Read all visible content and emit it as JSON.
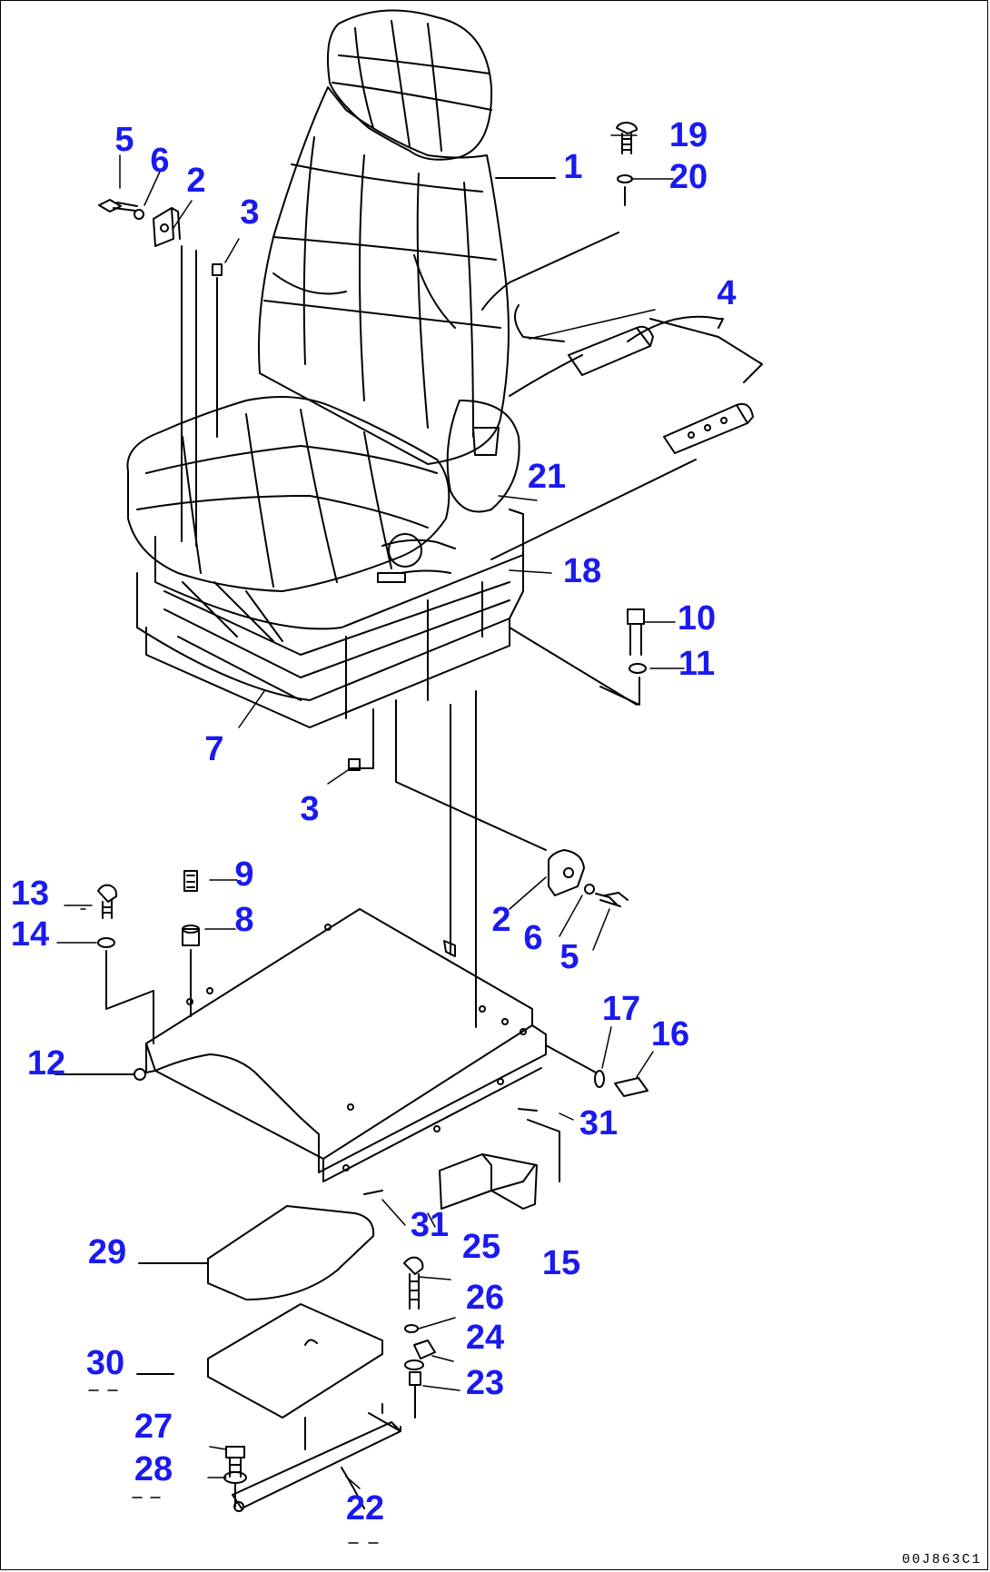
{
  "callouts": [
    {
      "id": "c1",
      "text": "1"
    },
    {
      "id": "c2a",
      "text": "2"
    },
    {
      "id": "c2b",
      "text": "2"
    },
    {
      "id": "c3a",
      "text": "3"
    },
    {
      "id": "c3b",
      "text": "3"
    },
    {
      "id": "c4",
      "text": "4"
    },
    {
      "id": "c5a",
      "text": "5"
    },
    {
      "id": "c5b",
      "text": "5"
    },
    {
      "id": "c6a",
      "text": "6"
    },
    {
      "id": "c6b",
      "text": "6"
    },
    {
      "id": "c7",
      "text": "7"
    },
    {
      "id": "c8",
      "text": "8"
    },
    {
      "id": "c9",
      "text": "9"
    },
    {
      "id": "c10",
      "text": "10"
    },
    {
      "id": "c11",
      "text": "11"
    },
    {
      "id": "c12",
      "text": "12"
    },
    {
      "id": "c13",
      "text": "13"
    },
    {
      "id": "c14",
      "text": "14"
    },
    {
      "id": "c15",
      "text": "15"
    },
    {
      "id": "c16",
      "text": "16"
    },
    {
      "id": "c17",
      "text": "17"
    },
    {
      "id": "c18",
      "text": "18"
    },
    {
      "id": "c19",
      "text": "19"
    },
    {
      "id": "c20",
      "text": "20"
    },
    {
      "id": "c21",
      "text": "21"
    },
    {
      "id": "c22",
      "text": "22"
    },
    {
      "id": "c23",
      "text": "23"
    },
    {
      "id": "c24",
      "text": "24"
    },
    {
      "id": "c25",
      "text": "25"
    },
    {
      "id": "c26",
      "text": "26"
    },
    {
      "id": "c27",
      "text": "27"
    },
    {
      "id": "c28",
      "text": "28"
    },
    {
      "id": "c29",
      "text": "29"
    },
    {
      "id": "c30",
      "text": "30"
    },
    {
      "id": "c31a",
      "text": "31"
    },
    {
      "id": "c31b",
      "text": "31"
    }
  ],
  "figure_code": "00J863C1",
  "colors": {
    "callout": "#1a1af0",
    "linework": "#000000",
    "background": "#ffffff"
  }
}
